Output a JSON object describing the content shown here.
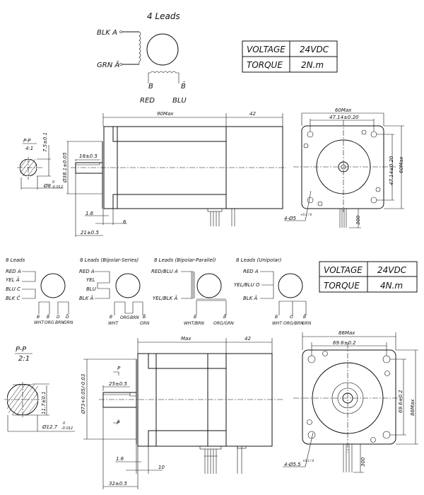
{
  "wiring_4": {
    "title": "4 Leads",
    "blk": "BLK A",
    "grn": "GRN Ā",
    "b": "B",
    "bbar": "B̄",
    "red": "RED",
    "blu": "BLU"
  },
  "spec_table_1": {
    "rows": [
      {
        "label": "VOLTAGE",
        "value": "24VDC"
      },
      {
        "label": "TORQUE",
        "value": "2N.m"
      }
    ]
  },
  "motor_1": {
    "section_title": "P-P",
    "section_scale": "4:1",
    "flat_dim": "7.5±0.1",
    "shaft_dia": "Ø8",
    "shaft_tol_upper": "0",
    "shaft_tol_lower": "-0.012",
    "length_max": "90Max",
    "rear_len": "42",
    "pilot_dia": "Ø38.1±0.05",
    "flat_len": "18±0.5",
    "flange_thk": "1.6",
    "pilot_len": "6",
    "shaft_len": "21±0.5",
    "width_max": "60Max",
    "hole_spacing_h": "47.14±0.20",
    "hole_spacing_v": "47.14±0.20",
    "height_max": "60Max",
    "holes": "4-Ø5",
    "holes_tol": "+0.3 / 0",
    "lead_len": "300"
  },
  "wiring_8": [
    {
      "title": "8 Leads",
      "left": [
        "RED A",
        "YEL Ā",
        "BLU C",
        "BLK C̄"
      ],
      "bottom": [
        "B",
        "B̄",
        "D",
        "D̄"
      ],
      "colors": [
        "WHT",
        "ORG",
        "BRN",
        "GRN"
      ]
    },
    {
      "title": "8 Leads (Bipolar-Series)",
      "left": [
        "RED A",
        "YEL",
        "BLU",
        "BLK Ā"
      ],
      "bottom": [
        "B",
        "B̄"
      ],
      "colors": [
        "WHT",
        "ORG",
        "BRN",
        "GRN"
      ]
    },
    {
      "title": "8 Leads (Bipolar-Parallel)",
      "left": [
        "RED/BLU A",
        "YEL/BLK Ā"
      ],
      "bottom": [
        "B",
        "B̄"
      ],
      "colors": [
        "WHT/BRN",
        "ORG/GRN"
      ]
    },
    {
      "title": "8 Leads (Unipolar)",
      "left": [
        "RED A",
        "YEL/BLU O",
        "BLK Ā"
      ],
      "bottom": [
        "B",
        "O",
        "B̄"
      ],
      "colors": [
        "WHT",
        "ORG/BRN",
        "GRN"
      ]
    }
  ],
  "spec_table_2": {
    "rows": [
      {
        "label": "VOLTAGE",
        "value": "24VDC"
      },
      {
        "label": "TORQUE",
        "value": "4N.m"
      }
    ]
  },
  "motor_2": {
    "section_title": "P-P",
    "section_scale": "2:1",
    "flat_dim": "11.7±0.1",
    "shaft_dia": "Ø12.7",
    "shaft_tol_upper": "0",
    "shaft_tol_lower": "-0.012",
    "section_mark": "P",
    "length_max": "Max",
    "rear_len": "42",
    "pilot_dia": "Ø73+0.05/-0.03",
    "flat_len": "25±0.5",
    "flange_thk": "1.6",
    "pilot_len": "10",
    "shaft_len": "32±0.5",
    "width_max": "86Max",
    "hole_spacing_h": "69.6±0.2",
    "hole_spacing_v": "69.6±0.2",
    "height_max": "86Max",
    "holes": "4-Ø5.5",
    "holes_tol": "+0.3 / 0",
    "lead_len": "300"
  }
}
